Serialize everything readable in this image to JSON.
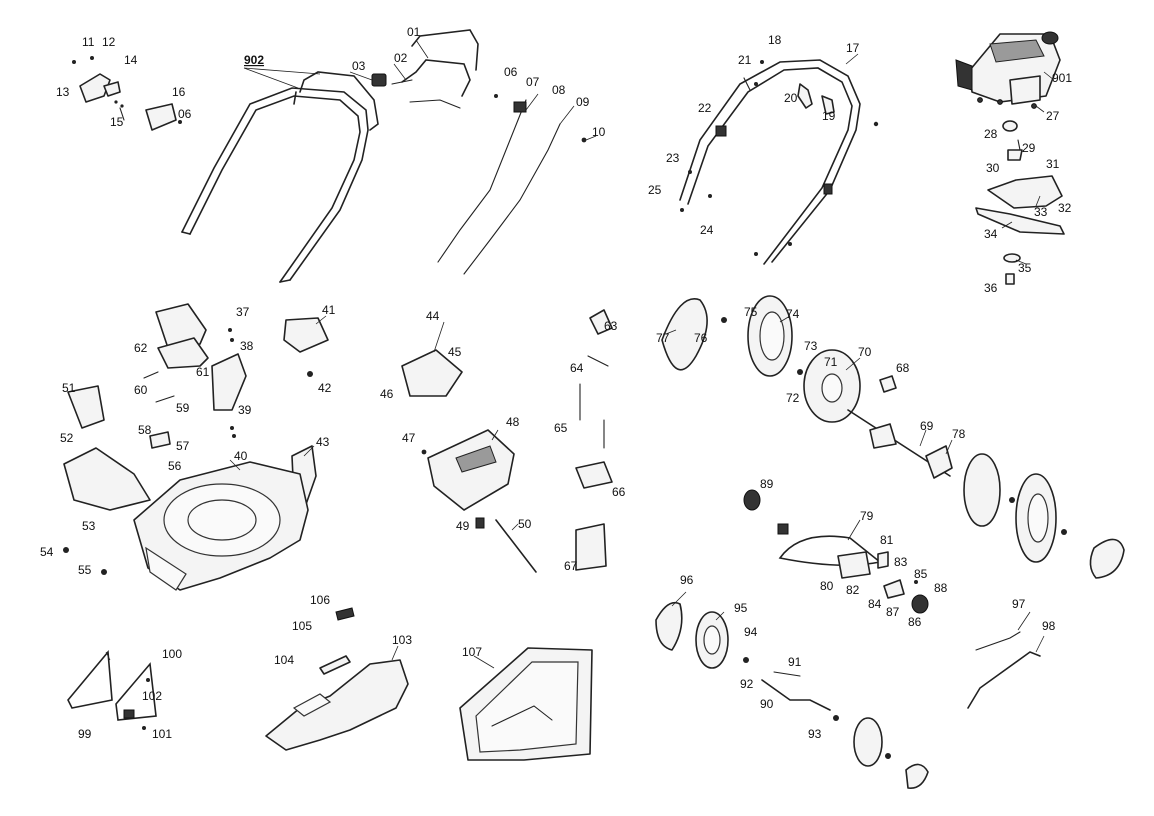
{
  "diagram": {
    "labels": [
      "01",
      "02",
      "03",
      "06",
      "07",
      "08",
      "09",
      "10",
      "11",
      "12",
      "13",
      "14",
      "15",
      "16",
      "17",
      "18",
      "19",
      "20",
      "21",
      "22",
      "23",
      "24",
      "25",
      "27",
      "28",
      "29",
      "30",
      "31",
      "32",
      "33",
      "34",
      "35",
      "36",
      "37",
      "38",
      "39",
      "40",
      "41",
      "42",
      "43",
      "44",
      "45",
      "46",
      "47",
      "48",
      "49",
      "50",
      "51",
      "52",
      "53",
      "54",
      "55",
      "56",
      "57",
      "58",
      "59",
      "60",
      "61",
      "62",
      "63",
      "64",
      "65",
      "66",
      "67",
      "68",
      "69",
      "70",
      "71",
      "72",
      "73",
      "74",
      "75",
      "76",
      "77",
      "78",
      "79",
      "80",
      "81",
      "82",
      "83",
      "84",
      "85",
      "86",
      "87",
      "88",
      "89",
      "90",
      "91",
      "92",
      "93",
      "94",
      "95",
      "96",
      "97",
      "98",
      "99",
      "100",
      "101",
      "102",
      "103",
      "104",
      "105",
      "106",
      "107",
      "901",
      "902"
    ],
    "labels_extra": [
      "06"
    ]
  }
}
